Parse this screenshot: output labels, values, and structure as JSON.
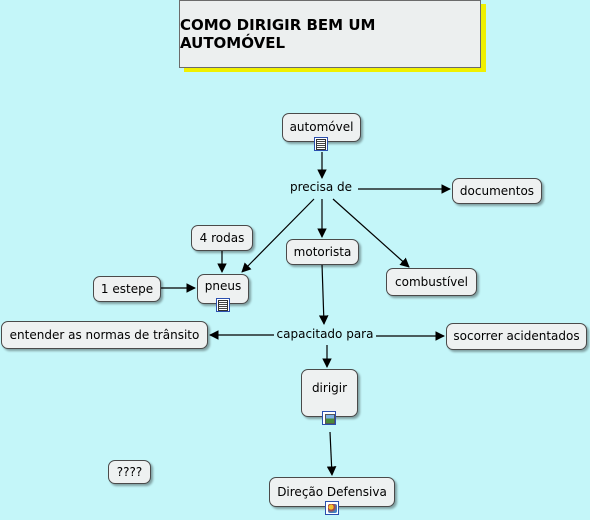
{
  "title": "COMO DIRIGIR BEM UM AUTOMÓVEL",
  "nodes": {
    "automovel": "automóvel",
    "documentos": "documentos",
    "quatro_rodas": "4 rodas",
    "motorista": "motorista",
    "combustivel": "combustível",
    "estepe": "1 estepe",
    "pneus": "pneus",
    "normas": "entender as normas de trânsito",
    "socorrer": "socorrer acidentados",
    "dirigir": "dirigir",
    "interrogacao": "????",
    "direcao_defensiva": "Direção Defensiva"
  },
  "linking_phrases": {
    "precisa_de": "precisa de",
    "capacitado_para": "capacitado para"
  },
  "icons": {
    "automovel": "document-icon",
    "pneus": "document-icon",
    "dirigir": "image-icon",
    "direcao_defensiva": "multimedia-icon"
  },
  "colors": {
    "background": "#c4f6f9",
    "node_fill": "#eef1f1",
    "title_shadow": "#f0f000"
  }
}
